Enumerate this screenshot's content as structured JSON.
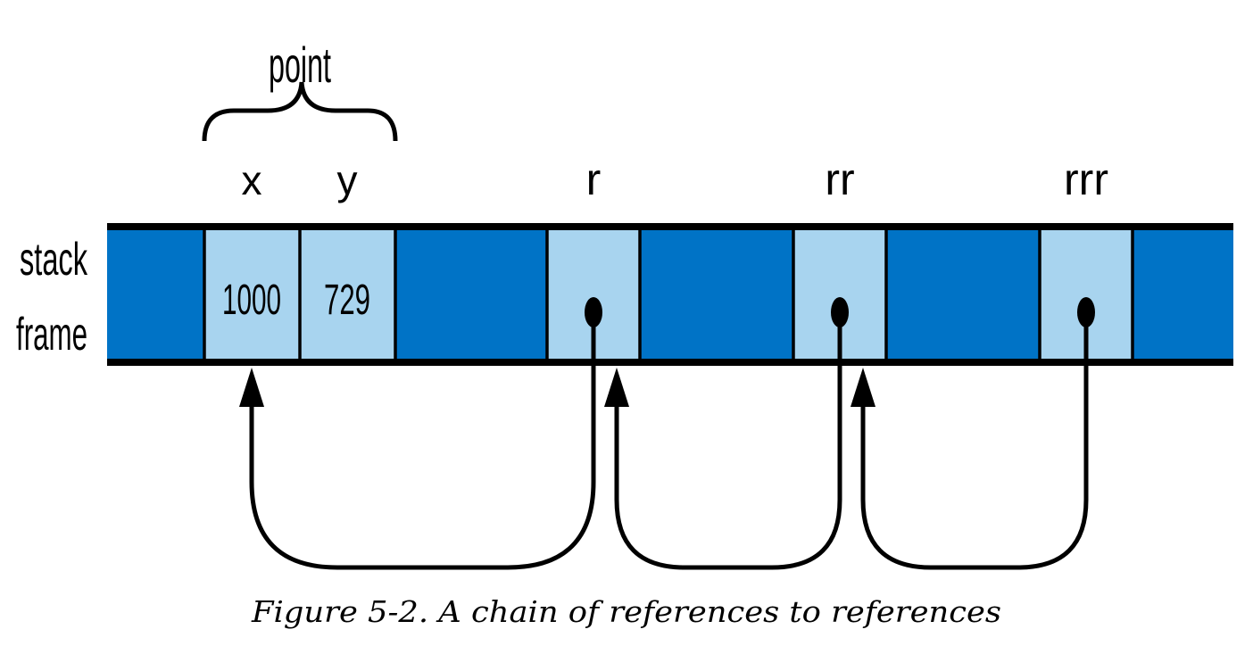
{
  "colors": {
    "frame": "#0073c6",
    "slot": "#a8d4ef",
    "line": "#000000"
  },
  "labels": {
    "point": "point",
    "x": "x",
    "y": "y",
    "r": "r",
    "rr": "rr",
    "rrr": "rrr",
    "stack": "stack",
    "frame": "frame"
  },
  "values": {
    "x": "1000",
    "y": "729"
  },
  "caption": "Figure 5-2. A chain of references to references"
}
